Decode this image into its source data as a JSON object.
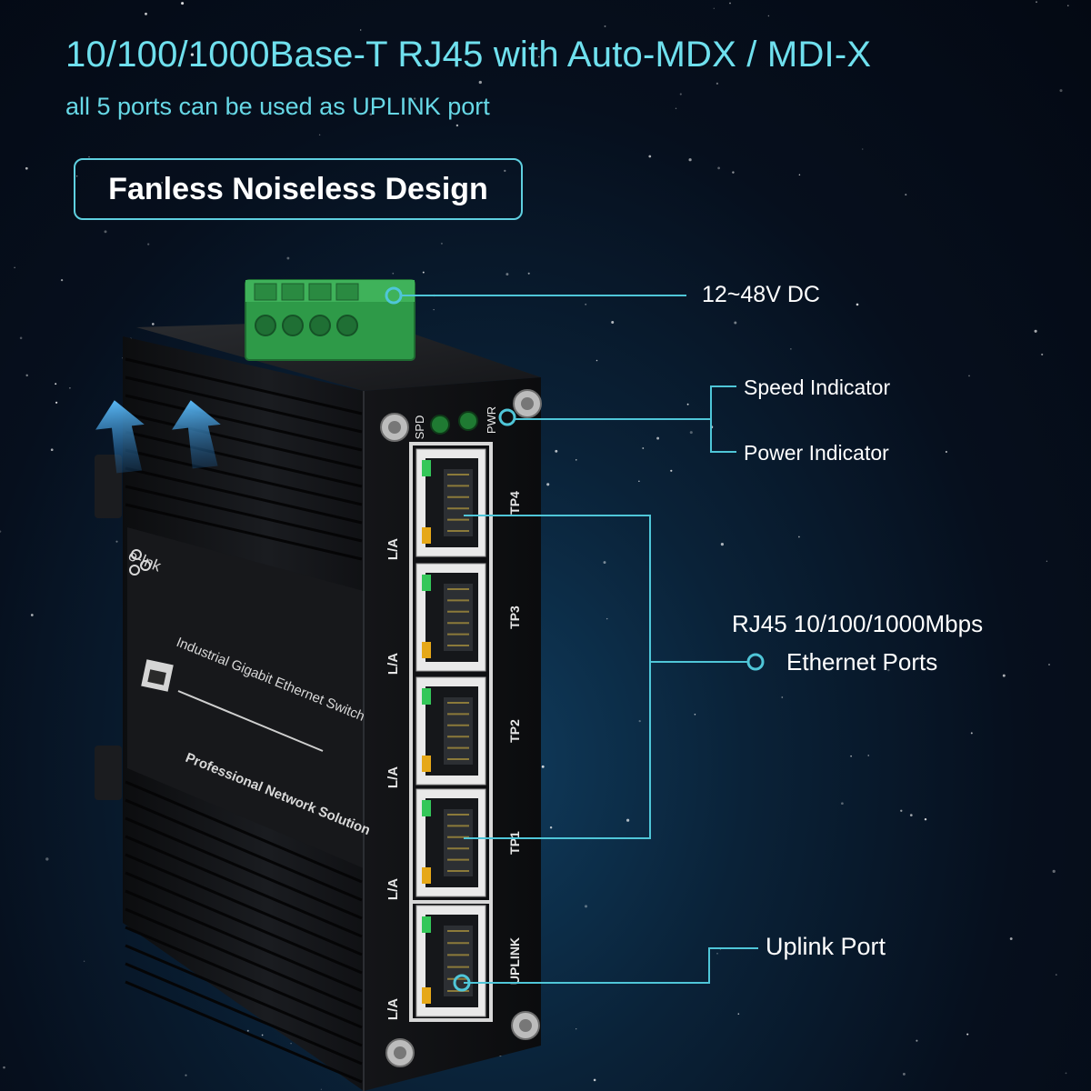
{
  "headline": "10/100/1000Base-T RJ45 with Auto-MDX / MDI-X",
  "subheadline": "all 5 ports can be used as UPLINK port",
  "badge": "Fanless Noiseless Design",
  "callouts": {
    "power_input": "12~48V DC",
    "speed_indicator": "Speed Indicator",
    "power_indicator": "Power Indicator",
    "ethernet_line1": "RJ45 10/100/1000Mbps",
    "ethernet_line2": "Ethernet Ports",
    "uplink_port": "Uplink Port"
  },
  "device": {
    "brand": "e-lnk",
    "product_line": "Industrial Gigabit Ethernet Switch",
    "slogan": "Professional Network Solution",
    "led_spd": "SPD",
    "led_pwr": "PWR",
    "ports": [
      {
        "label": "TP4",
        "side": "L/A"
      },
      {
        "label": "TP3",
        "side": "L/A"
      },
      {
        "label": "TP2",
        "side": "L/A"
      },
      {
        "label": "TP1",
        "side": "L/A"
      },
      {
        "label": "UPLINK",
        "side": "L/A"
      }
    ]
  },
  "colors": {
    "accent": "#6fe0ee",
    "annotation_line": "#4fc6d8",
    "terminal_block": "#2e9a48",
    "led_green": "#34c759",
    "led_amber": "#e6a818",
    "airflow_arrow": "#3aa0e6"
  },
  "icons": [
    "airflow-arrow-icon",
    "rj45-port-icon",
    "dot-marker-icon"
  ]
}
